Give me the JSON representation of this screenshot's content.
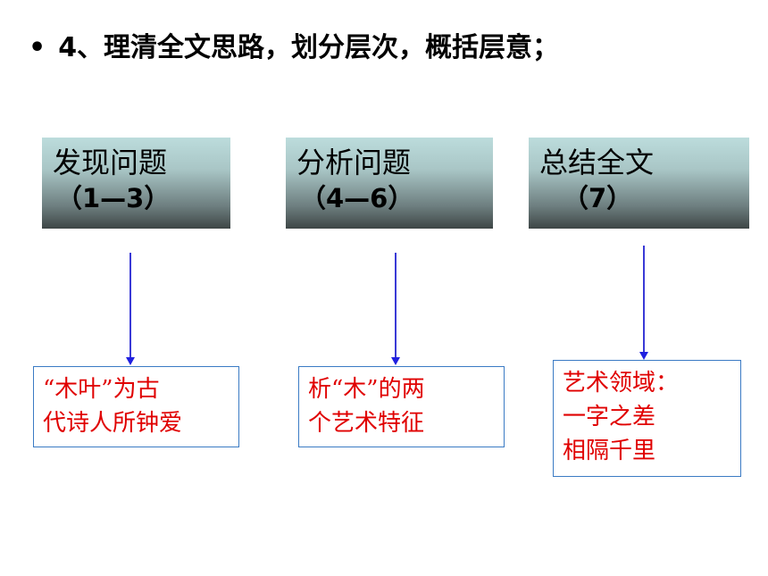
{
  "heading": {
    "bullet": "•",
    "text": "4、理清全文思路，划分层次，概括层意；"
  },
  "sections": [
    {
      "title": "发现问题",
      "range": "（1—3）",
      "note_lines": [
        "“木叶”为古",
        "代诗人所钟爱"
      ]
    },
    {
      "title": "分析问题",
      "range": "（4—6）",
      "note_lines": [
        "析“木”的两",
        "个艺术特征"
      ]
    },
    {
      "title": "总结全文",
      "range": "（7）",
      "note_lines": [
        "艺术领域：",
        "一字之差",
        "相隔千里"
      ]
    }
  ],
  "colors": {
    "note_text": "#e00000",
    "connector": "#2020e0",
    "note_border": "#3b7bc4"
  }
}
